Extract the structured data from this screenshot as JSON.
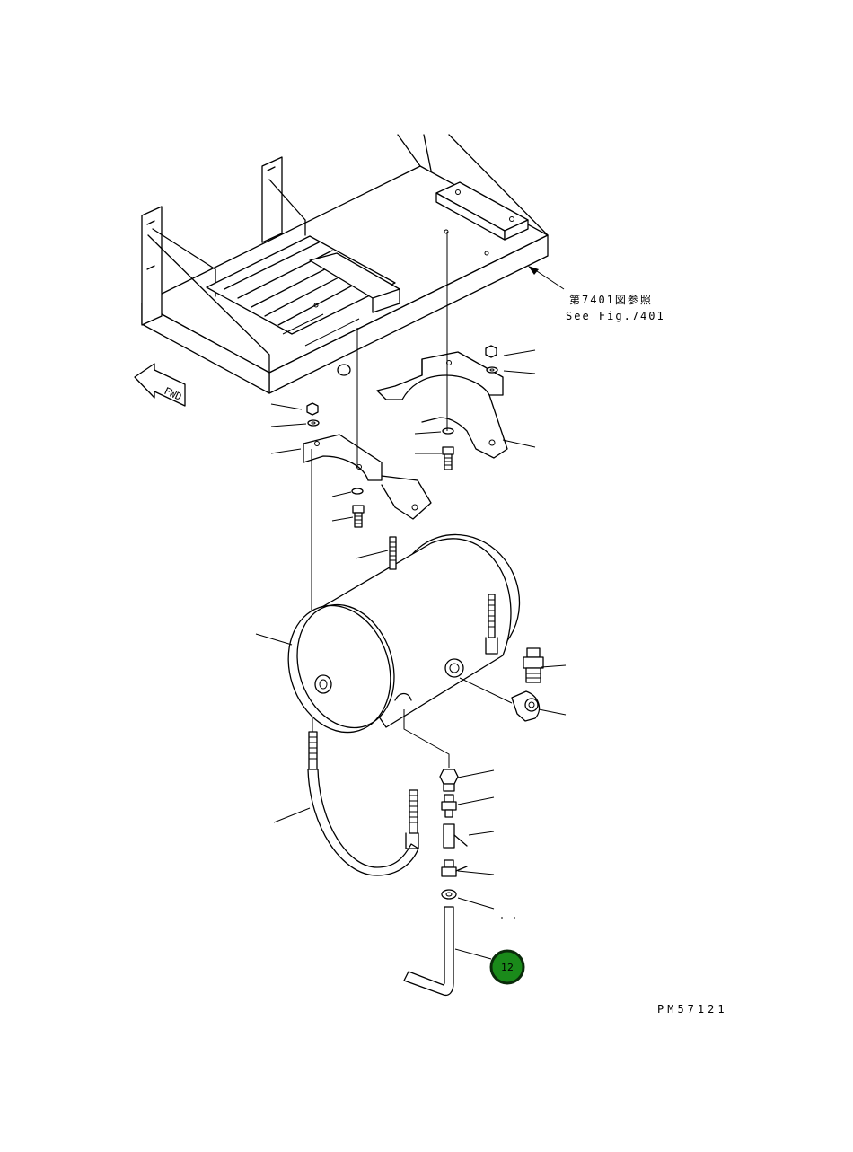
{
  "reference_note": {
    "jp": "第7401図参照",
    "en": "See Fig.7401"
  },
  "direction_label": "FWD",
  "drawing_code": "PM57121",
  "callouts": [
    {
      "label": "12",
      "color": "#1a8a1a"
    }
  ],
  "colors": {
    "line": "#000000",
    "background": "#ffffff",
    "callout_fill": "#1a8a1a",
    "callout_ring": "#0a2a0a"
  }
}
